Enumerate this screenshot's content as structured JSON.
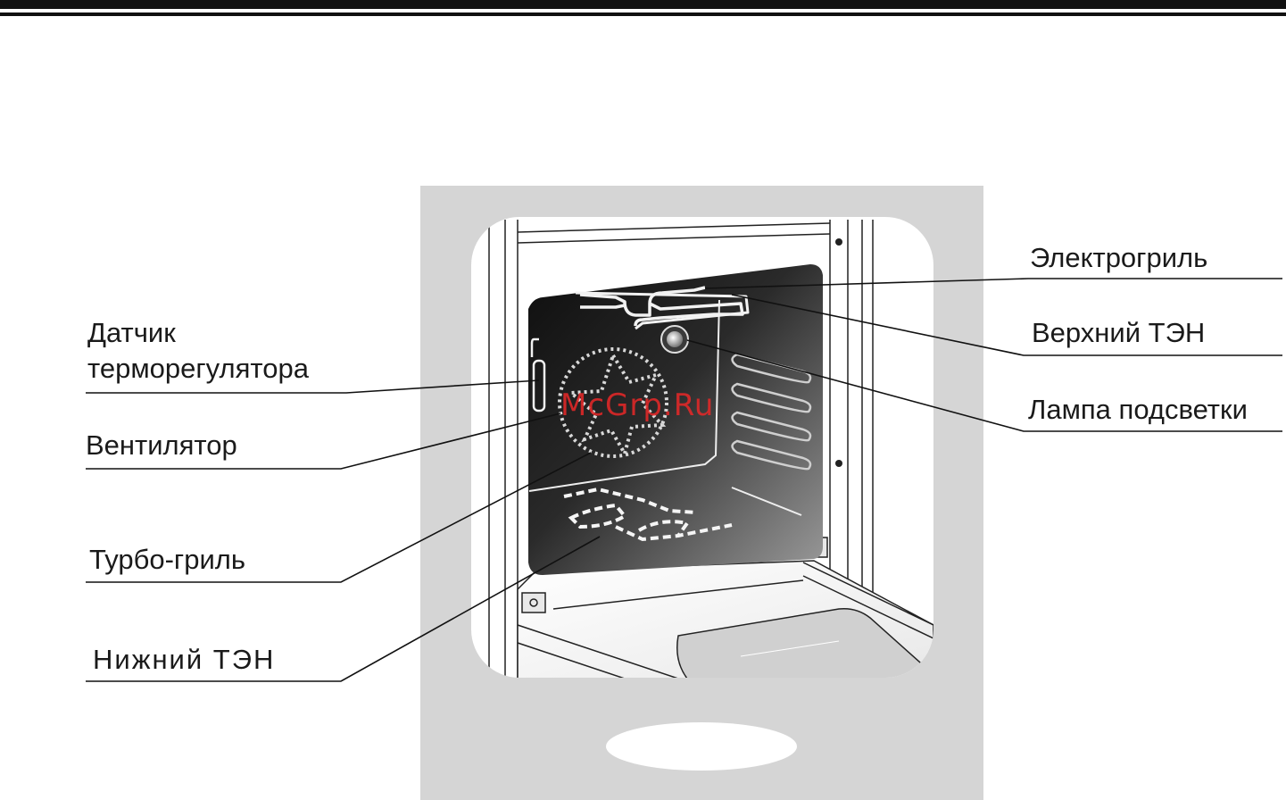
{
  "labels": {
    "sensor_line1": "Датчик",
    "sensor_line2": "терморегулятора",
    "fan": "Вентилятор",
    "turbo_grill": "Турбо-гриль",
    "lower_element": "Нижний ТЭН",
    "electric_grill": "Электрогриль",
    "upper_element": "Верхний ТЭН",
    "lamp": "Лампа подсветки"
  },
  "watermark": "McGrp.Ru",
  "colors": {
    "panel": "#d5d5d5",
    "window": "#ffffff",
    "cavity_dark": "#1c1c1c",
    "cavity_light": "#8a8a8a",
    "line": "#111111",
    "watermark": "#e22828"
  }
}
